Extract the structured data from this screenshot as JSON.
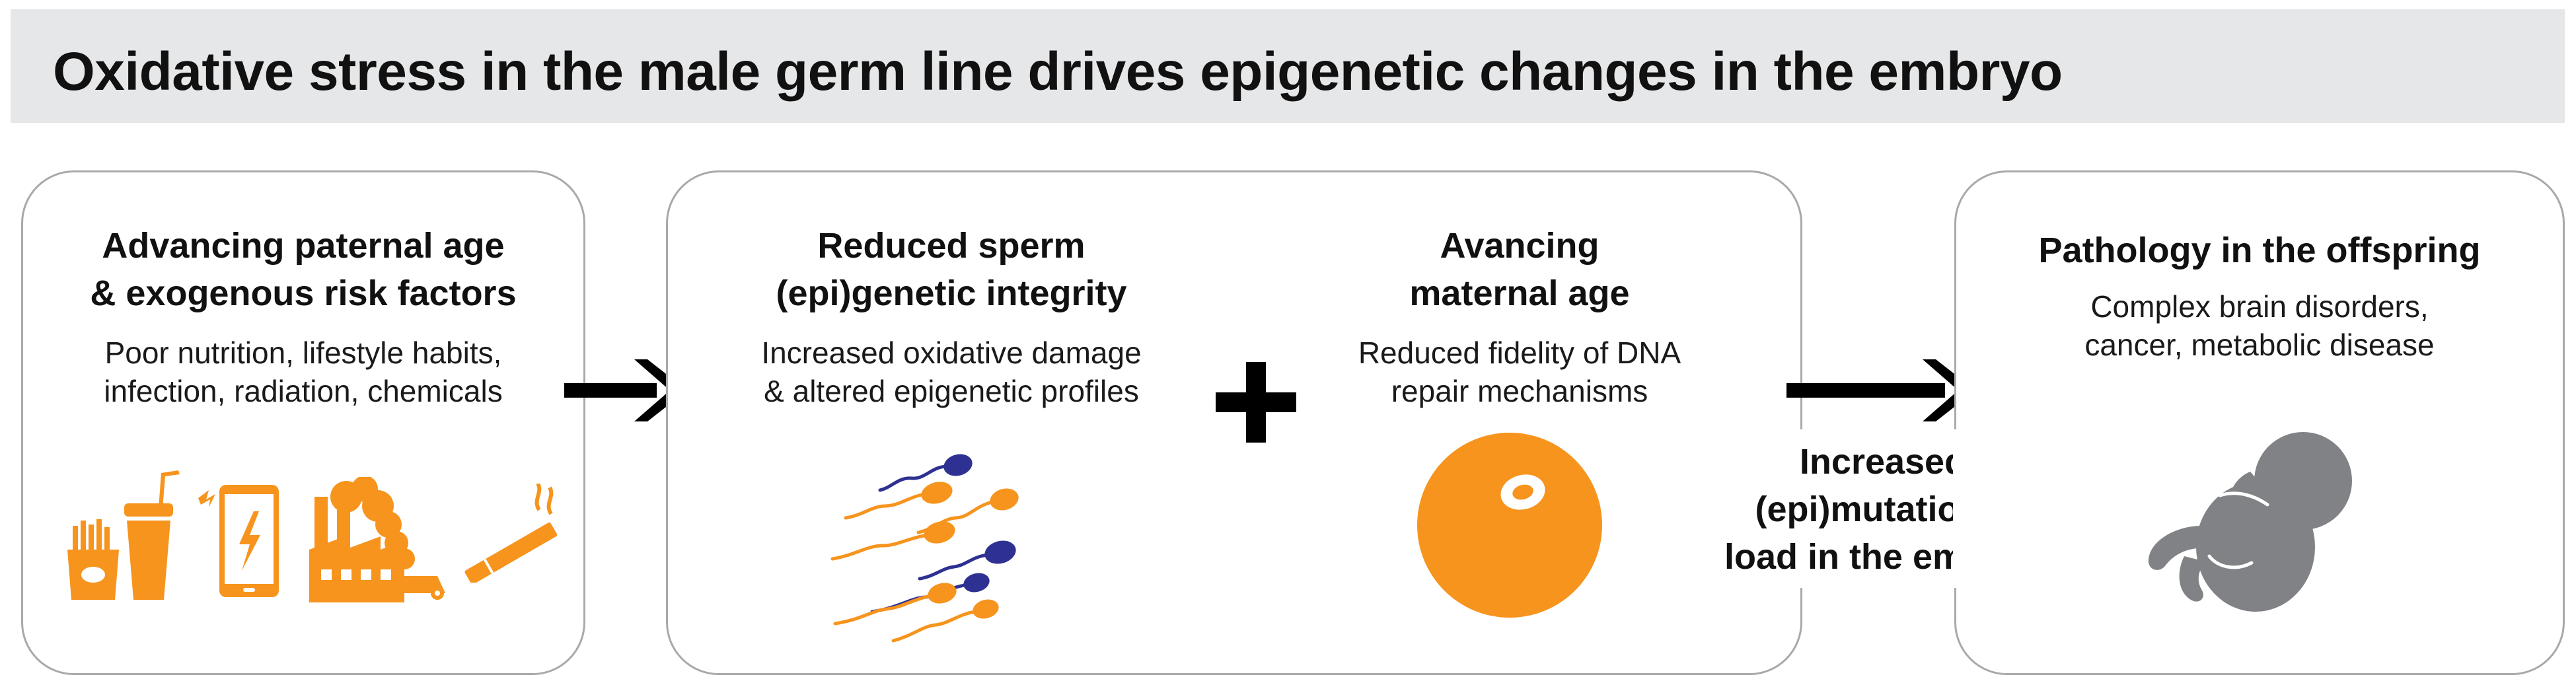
{
  "banner": {
    "title": "Oxidative stress in the male germ line drives epigenetic changes in the embryo"
  },
  "panel_risk": {
    "heading_line1": "Advancing paternal age",
    "heading_line2": "& exogenous risk factors",
    "body_line1": "Poor nutrition, lifestyle habits,",
    "body_line2": "infection, radiation, chemicals",
    "icons": [
      "fast-food-icon",
      "mobile-phone-icon",
      "factory-pollution-icon",
      "cigarette-icon"
    ]
  },
  "panel_gametes": {
    "sperm": {
      "heading_line1": "Reduced sperm",
      "heading_line2": "(epi)genetic integrity",
      "body_line1": "Increased oxidative damage",
      "body_line2": "& altered epigenetic profiles",
      "icon": "sperm-cells-icon"
    },
    "plus_icon": "plus-icon",
    "maternal": {
      "heading_line1": "Avancing",
      "heading_line2": "maternal age",
      "body_line1": "Reduced fidelity of DNA",
      "body_line2": "repair mechanisms",
      "icon": "oocyte-icon"
    }
  },
  "arrow_label": {
    "line1": "Increased",
    "line2": "(epi)mutational",
    "line3": "load in the embryo"
  },
  "panel_offspring": {
    "heading": "Pathology in the offspring",
    "body_line1": "Complex brain disorders,",
    "body_line2": "cancer, metabolic disease",
    "icon": "fetus-icon"
  },
  "colors": {
    "accent_orange": "#f7941d",
    "sperm_blue": "#2e3192",
    "fetus_gray": "#808285",
    "banner_bg": "#e6e7e8",
    "panel_border": "#a7a9ac",
    "arrow_black": "#000000"
  }
}
